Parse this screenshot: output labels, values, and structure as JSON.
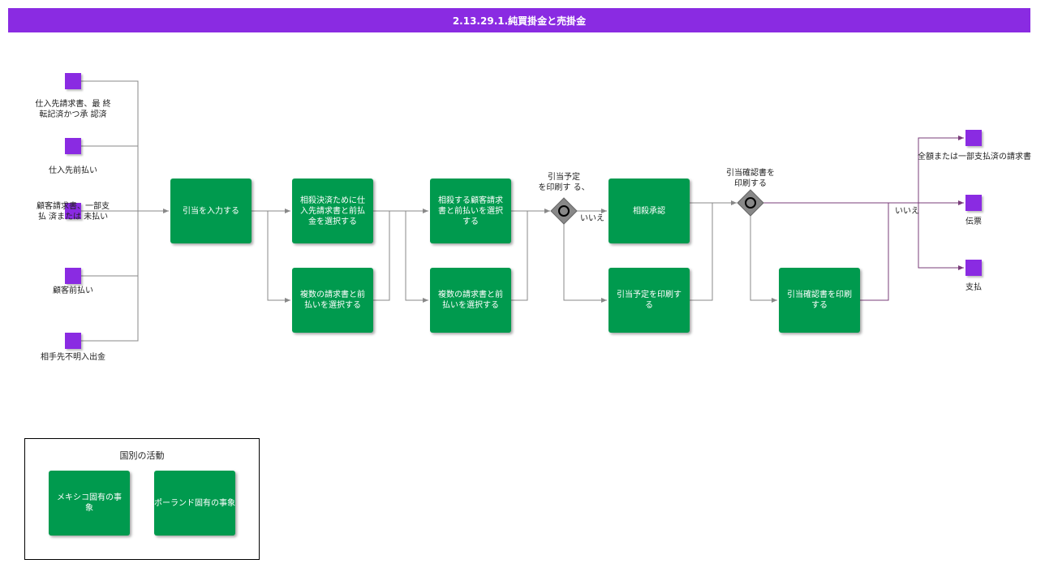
{
  "title": "2.13.29.1.純買掛金と売掛金",
  "colors": {
    "title_bar": "#8a2be2",
    "task": "#009a4e",
    "event": "#8a2be2",
    "gateway": "#888888",
    "edge": "#888888",
    "edge_output": "#7a3c7a"
  },
  "inputs": [
    "仕入先請求書、最 終\n転記済かつ承 認済",
    "仕入先前払い",
    "顧客請求書、一部支\n払 済または 未払い",
    "顧客前払い",
    "相手先不明入出金"
  ],
  "tasks": {
    "enter_allocation": "引当を入力する",
    "select_offset": "相殺決済ために仕\n入先請求書と前払\n金を選択する",
    "select_multi_1": "複数の請求書と前\n払いを選択する",
    "select_customer": "相殺する顧客請求\n書と前払いを選択\nする",
    "select_multi_2": "複数の請求書と前\n払いを選択する",
    "offset_approval": "相殺承認",
    "print_plan": "引当予定を印刷す\nる",
    "print_confirm": "引当確認書を印刷\nする"
  },
  "gateways": {
    "print_plan_q": "引当予定\nを印刷す る、",
    "print_confirm_q": "引当確認書を\n印刷する",
    "no_1": "いいえ",
    "no_2": "いいえ"
  },
  "outputs": [
    "全額または一部支払済の請求書",
    "伝票",
    "支払"
  ],
  "legend": {
    "title": "国別の活動",
    "mexico": "メキシコ固有の事\n象",
    "poland": "ポーランド固有の事象"
  }
}
